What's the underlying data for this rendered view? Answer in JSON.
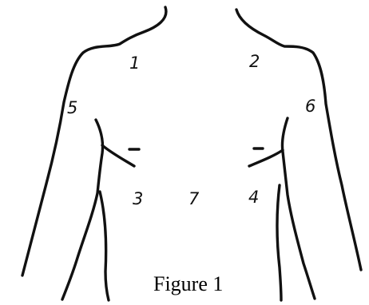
{
  "figure": {
    "caption": "Figure 1",
    "labels": {
      "l1": "1",
      "l2": "2",
      "l3": "3",
      "l4": "4",
      "l5": "5",
      "l6": "6",
      "l7": "7"
    }
  }
}
